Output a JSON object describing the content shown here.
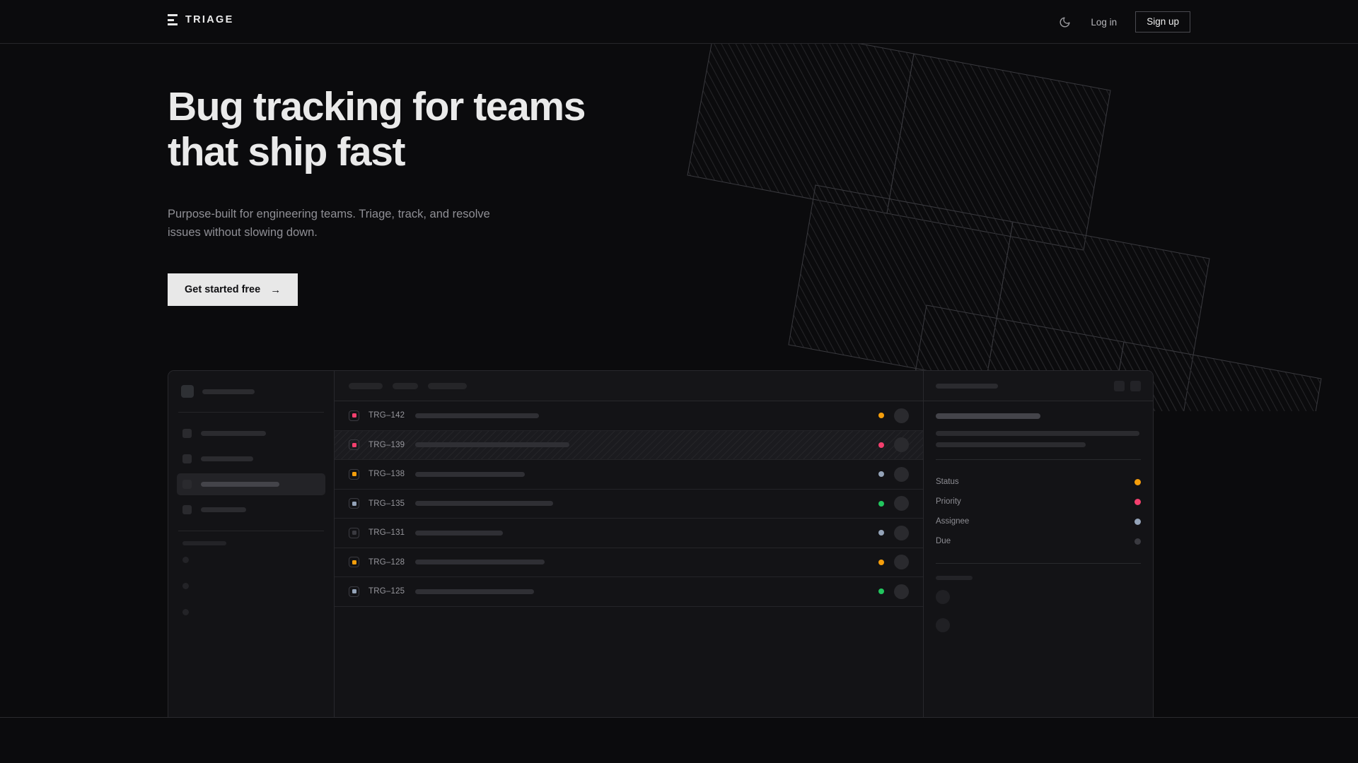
{
  "brand": {
    "name": "TRIAGE",
    "logo_icon": "stacked-bars-logo-icon"
  },
  "nav": {
    "theme_toggle_icon": "moon-icon",
    "login_label": "Log in",
    "signup_label": "Sign up"
  },
  "hero": {
    "title_line1": "Bug tracking for teams",
    "title_line2": "that ship fast",
    "subtitle": "Purpose-built for engineering teams. Triage, track, and resolve issues without slowing down.",
    "cta_label": "Get started free",
    "cta_arrow": "→"
  },
  "colors": {
    "page_bg": "#0b0b0d",
    "panel_bg": "#131316",
    "border": "#28282c",
    "text_primary": "#eaeaea",
    "text_muted": "#8f8f95",
    "accent_button_bg": "#e8e8e8",
    "priority_high": "#f43f6e",
    "priority_medium": "#f59e0b",
    "priority_low": "#94a3b8",
    "status_done": "#22c55e",
    "status_progress": "#f59e0b",
    "status_blocked": "#f43f6e",
    "status_backlog": "#94a3b8",
    "status_idle": "#3a3a40"
  },
  "mockup": {
    "sidebar": {
      "brand_placeholder_width": 74,
      "nav_items": [
        {
          "label_width": 92,
          "active": false
        },
        {
          "label_width": 74,
          "active": false
        },
        {
          "label_width": 111,
          "active": true
        },
        {
          "label_width": 64,
          "active": false
        }
      ],
      "section_label_width": 62,
      "mini_dots": 3
    },
    "list": {
      "toolbar_chips": [
        48,
        36,
        55
      ],
      "rows": [
        {
          "id": "TRG–142",
          "priority_color": "#f43f6e",
          "title_width": 175,
          "status_color": "#f59e0b",
          "selected": false
        },
        {
          "id": "TRG–139",
          "priority_color": "#f43f6e",
          "title_width": 218,
          "status_color": "#f43f6e",
          "selected": true
        },
        {
          "id": "TRG–138",
          "priority_color": "#f59e0b",
          "title_width": 155,
          "status_color": "#94a3b8",
          "selected": false
        },
        {
          "id": "TRG–135",
          "priority_color": "#94a3b8",
          "title_width": 195,
          "status_color": "#22c55e",
          "selected": false
        },
        {
          "id": "TRG–131",
          "priority_color": "#3a3a40",
          "title_width": 124,
          "status_color": "#94a3b8",
          "selected": false
        },
        {
          "id": "TRG–128",
          "priority_color": "#f59e0b",
          "title_width": 183,
          "status_color": "#f59e0b",
          "selected": false
        },
        {
          "id": "TRG–125",
          "priority_color": "#94a3b8",
          "title_width": 168,
          "status_color": "#22c55e",
          "selected": false
        }
      ]
    },
    "detail": {
      "header_title_width": 88,
      "header_buttons": 2,
      "title_skeleton_width": 148,
      "body_line_widths": [
        288,
        212
      ],
      "fields": [
        {
          "label": "Status",
          "value_color": "#f59e0b"
        },
        {
          "label": "Priority",
          "value_color": "#f43f6e"
        },
        {
          "label": "Assignee",
          "value_color": "#94a3b8"
        },
        {
          "label": "Due",
          "value_color": "#3a3a40"
        }
      ],
      "activity_avatars": 2
    }
  }
}
